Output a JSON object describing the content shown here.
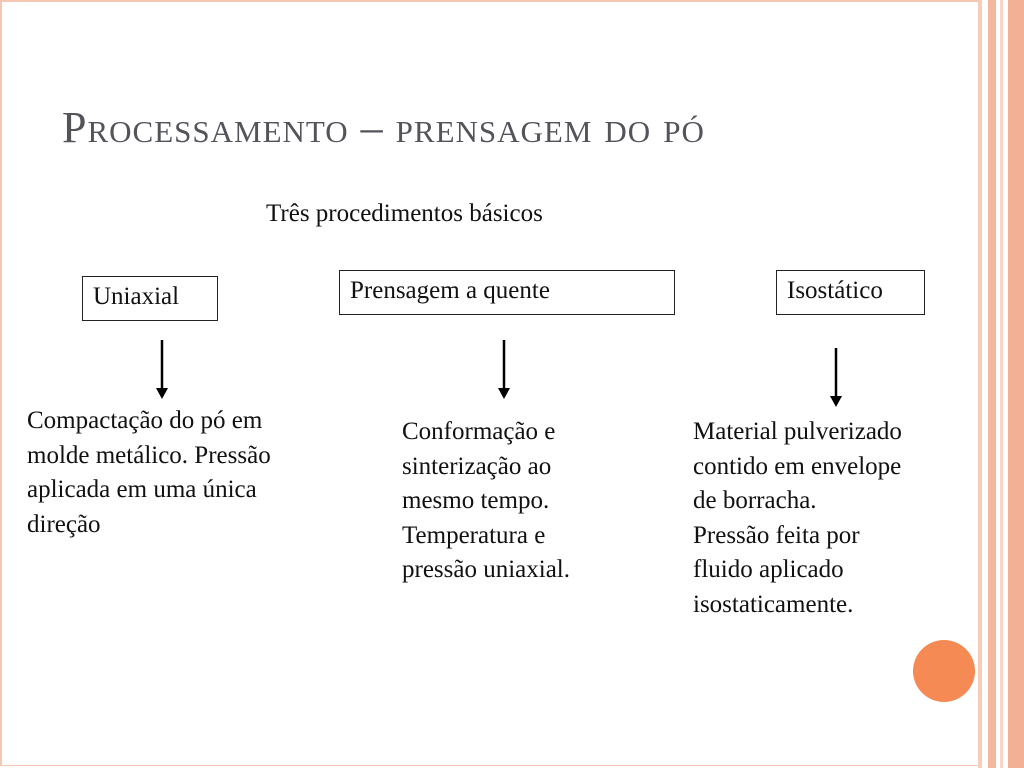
{
  "slide": {
    "title": "Processamento – prensagem do pó",
    "subtitle": "Três procedimentos básicos",
    "boxes": [
      {
        "label": "Uniaxial"
      },
      {
        "label": "Prensagem a quente"
      },
      {
        "label": "Isostático"
      }
    ],
    "descriptions": [
      {
        "lines": [
          "Compactação do pó em",
          "molde metálico. Pressão",
          "aplicada em uma única",
          "direção"
        ]
      },
      {
        "lines": [
          "Conformação e",
          "sinterização ao",
          "mesmo tempo.",
          "Temperatura e",
          "pressão uniaxial."
        ]
      },
      {
        "lines": [
          "Material pulverizado",
          "contido em envelope",
          "de borracha.",
          "Pressão feita por",
          "fluido aplicado",
          "isostaticamente."
        ]
      }
    ]
  },
  "colors": {
    "title": "#55525a",
    "accent_circle": "#f68a55",
    "border_stripes": "#f4b89f"
  }
}
